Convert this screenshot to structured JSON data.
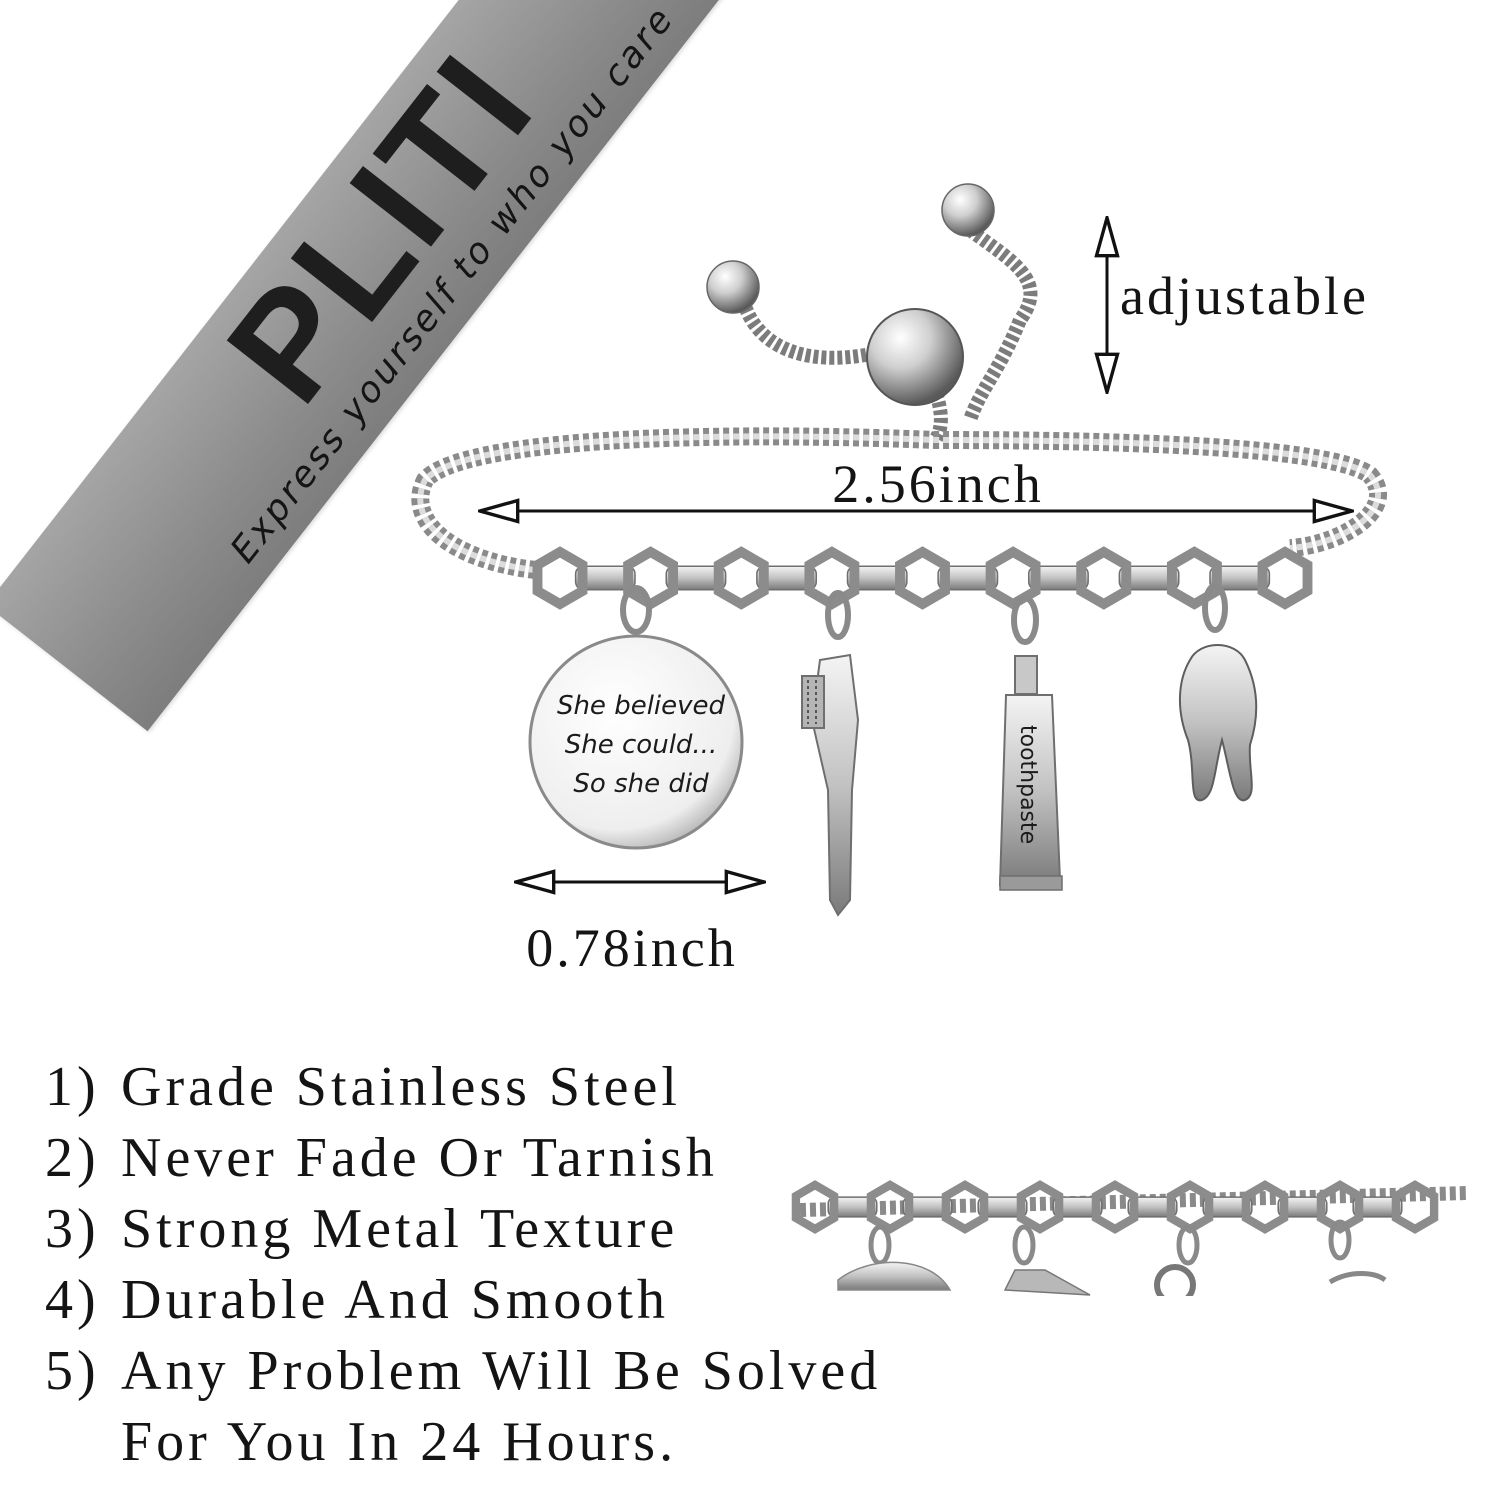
{
  "banner": {
    "brand": "PLITI",
    "tagline": "Express yourself to who you care",
    "color": "#8c8c8c"
  },
  "product": {
    "charm_text": [
      "She believed",
      "She could...",
      "So she did"
    ],
    "tube_label": "toothpaste",
    "charms": [
      "round-disc-charm",
      "toothbrush-charm",
      "toothpaste-charm",
      "tooth-charm"
    ]
  },
  "dimensions": {
    "adjustable_label": "adjustable",
    "length_label": "2.56inch",
    "charm_width_label": "0.78inch"
  },
  "features": [
    {
      "num": "1)",
      "text": "Grade Stainless Steel"
    },
    {
      "num": "2)",
      "text": "Never Fade Or Tarnish"
    },
    {
      "num": "3)",
      "text": "Strong Metal Texture"
    },
    {
      "num": "4)",
      "text": "Durable And Smooth"
    },
    {
      "num": "5)",
      "text": "Any Problem Will Be Solved\nFor You In 24 Hours."
    }
  ]
}
